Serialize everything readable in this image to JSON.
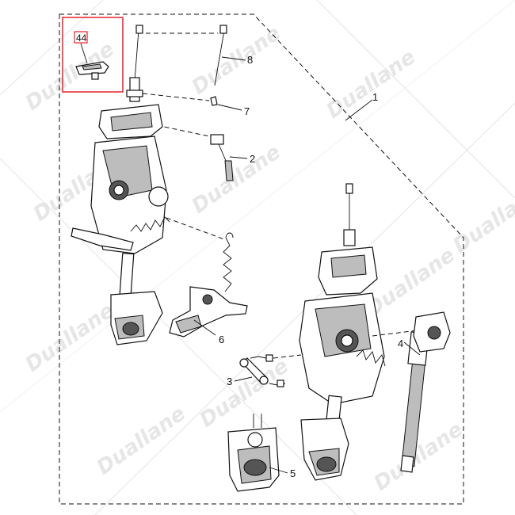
{
  "highlight_box": {
    "label": "44",
    "accent_color": "#e8202a"
  },
  "watermark": {
    "text": "Duallane",
    "color": "#d6d6d6"
  },
  "callouts": [
    {
      "id": "1",
      "label": "1"
    },
    {
      "id": "2",
      "label": "2"
    },
    {
      "id": "3",
      "label": "3"
    },
    {
      "id": "4",
      "label": "4"
    },
    {
      "id": "5",
      "label": "5"
    },
    {
      "id": "6",
      "label": "6"
    },
    {
      "id": "7",
      "label": "7"
    },
    {
      "id": "8",
      "label": "8"
    }
  ]
}
